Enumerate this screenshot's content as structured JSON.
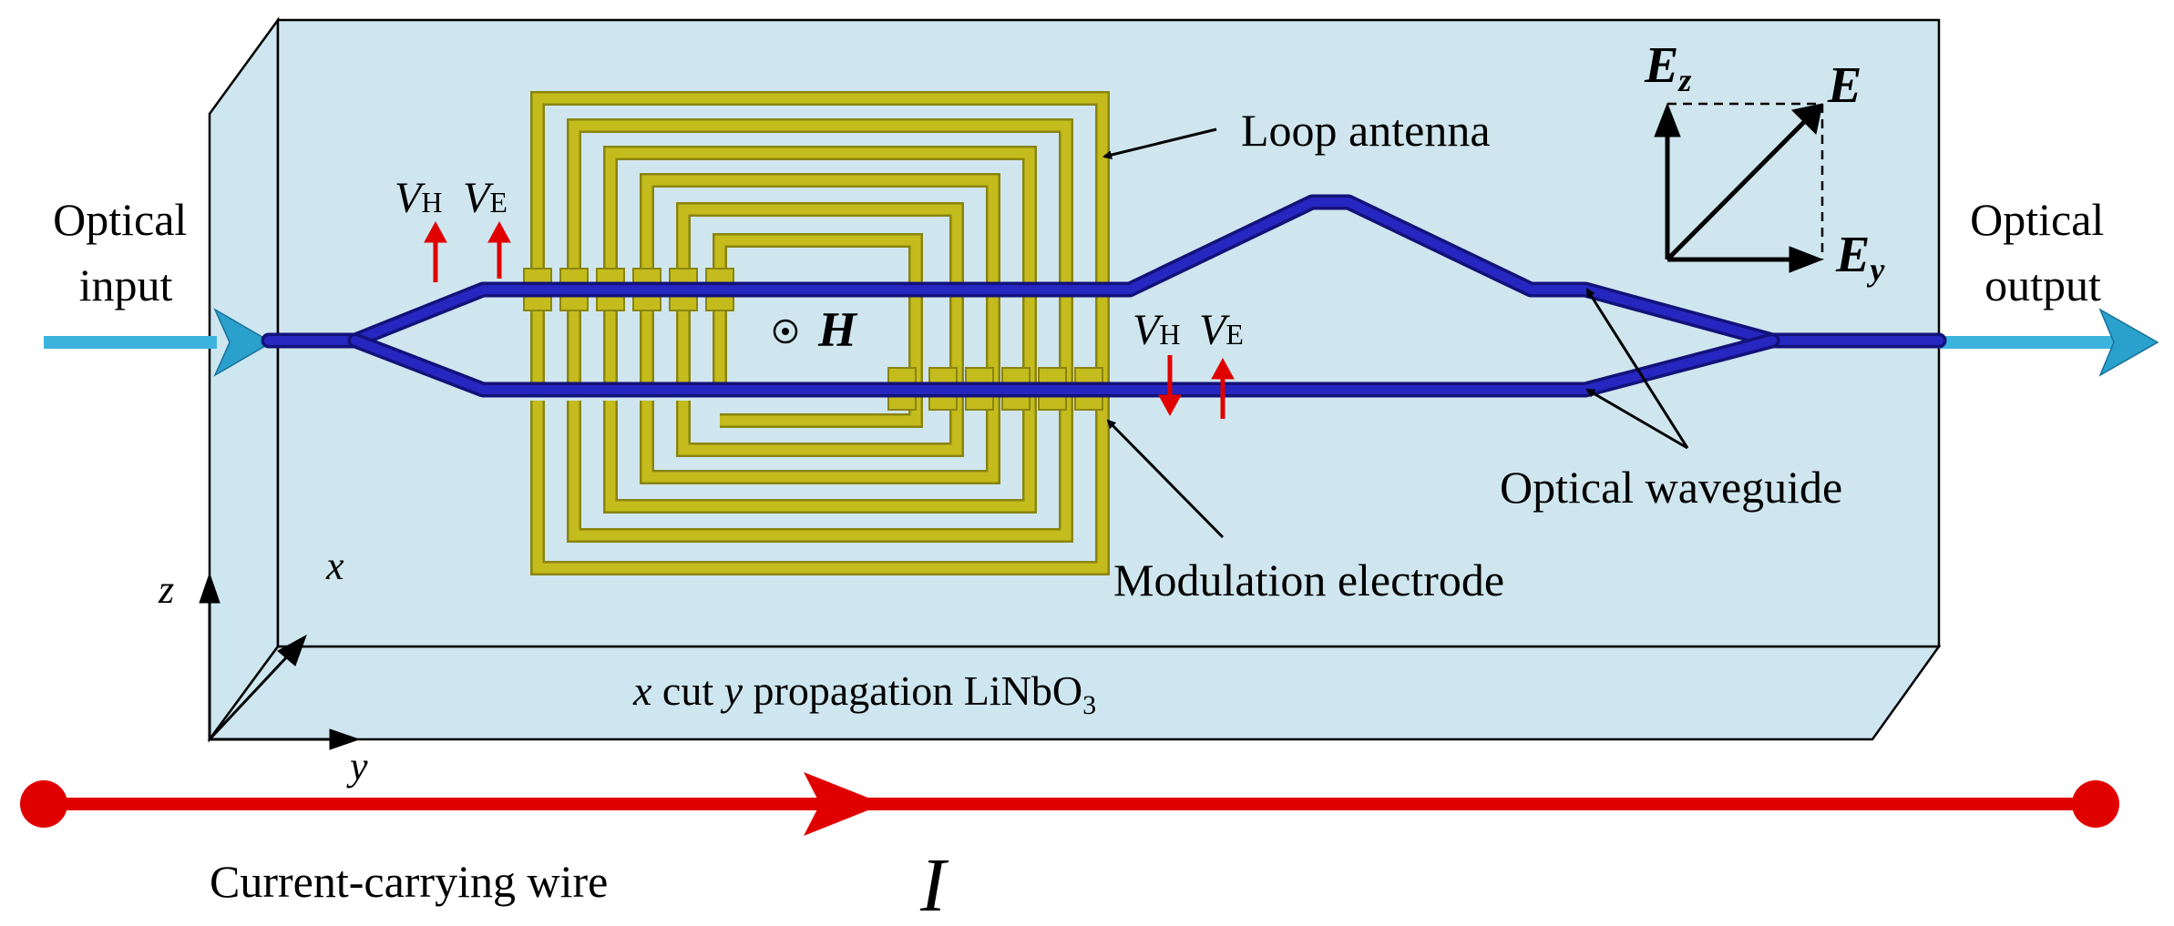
{
  "labels": {
    "optical_input_line1": "Optical",
    "optical_input_line2": "input",
    "optical_output_line1": "Optical",
    "optical_output_line2": "output",
    "loop_antenna": "Loop antenna",
    "modulation_electrode": "Modulation electrode",
    "optical_waveguide": "Optical waveguide",
    "current_carrying_wire": "Current-carrying wire",
    "current_symbol": "I",
    "h_field": "H",
    "v_h": "V",
    "v_h_sub": "H",
    "v_e": "V",
    "v_e_sub": "E",
    "crystal_x": "x",
    "crystal_cut": " cut ",
    "crystal_y": "y",
    "crystal_prop": " propagation LiNbO",
    "crystal_sub": "3"
  },
  "axes": {
    "x": "x",
    "y": "y",
    "z": "z"
  },
  "field": {
    "E": "E",
    "Ez_base": "E",
    "Ez_sub": "z",
    "Ey_base": "E",
    "Ey_sub": "y"
  },
  "colors": {
    "crystal_fill": "#cde6ef",
    "waveguide": "#1d1dab",
    "electrode": "#c4bc1c",
    "electrode_dark": "#8a8410",
    "wire": "#e00000",
    "optical_beam": "#3cb3dd"
  }
}
